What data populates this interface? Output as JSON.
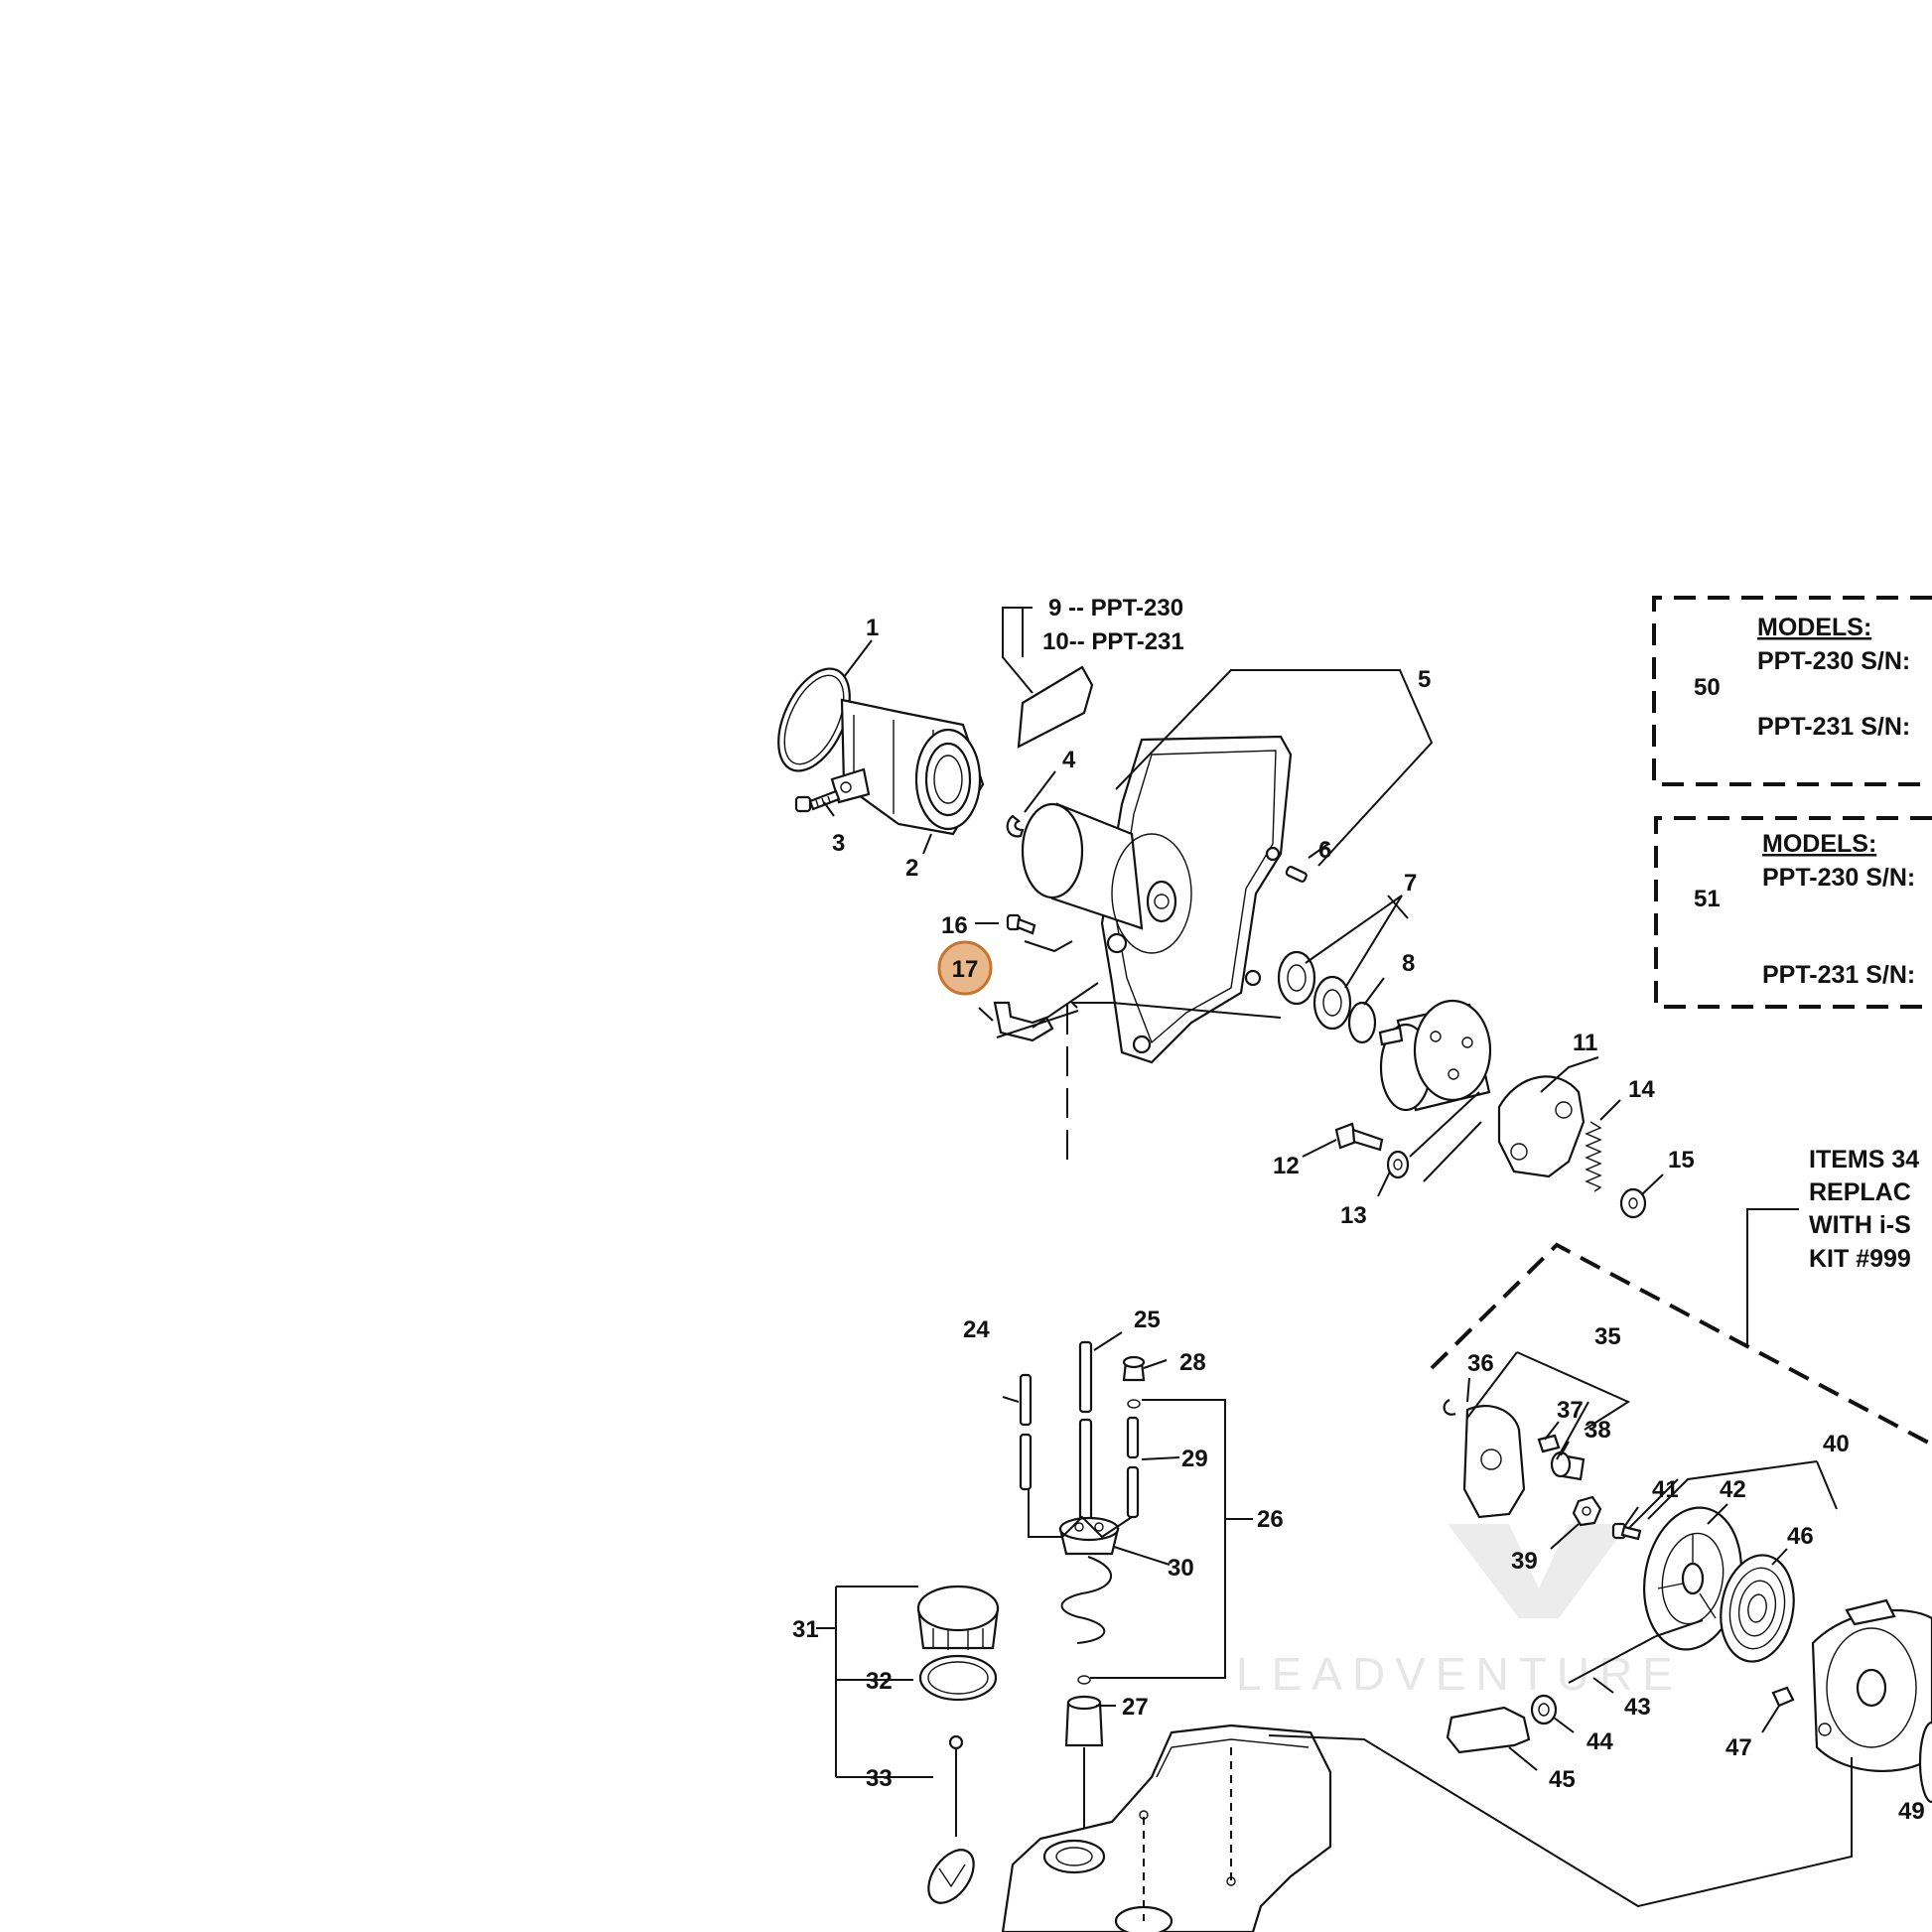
{
  "diagram": {
    "callouts": [
      "1",
      "2",
      "3",
      "4",
      "5",
      "6",
      "7",
      "8",
      "11",
      "12",
      "13",
      "14",
      "15",
      "16",
      "17",
      "24",
      "25",
      "26",
      "27",
      "28",
      "29",
      "30",
      "31",
      "32",
      "33",
      "35",
      "36",
      "37",
      "38",
      "39",
      "40",
      "41",
      "42",
      "43",
      "44",
      "45",
      "46",
      "47",
      "49",
      "50",
      "51"
    ],
    "highlighted_callout": "17",
    "variant_labels": {
      "item9": "9 -- PPT-230",
      "item10": "10-- PPT-231"
    },
    "model_boxes": [
      {
        "heading": "MODELS:",
        "line1": "PPT-230  S/N:",
        "line2": "PPT-231  S/N:"
      },
      {
        "heading": "MODELS:",
        "line1": "PPT-230 S/N:",
        "line2": "PPT-231 S/N:"
      }
    ],
    "note_lines": [
      "ITEMS 34",
      "REPLAC",
      "WITH i-S",
      "KIT #999"
    ],
    "watermark": "LEADVENTURE",
    "colors": {
      "highlight_fill": "#e8b88a",
      "highlight_stroke": "#c8742c",
      "ink": "#111111"
    }
  }
}
